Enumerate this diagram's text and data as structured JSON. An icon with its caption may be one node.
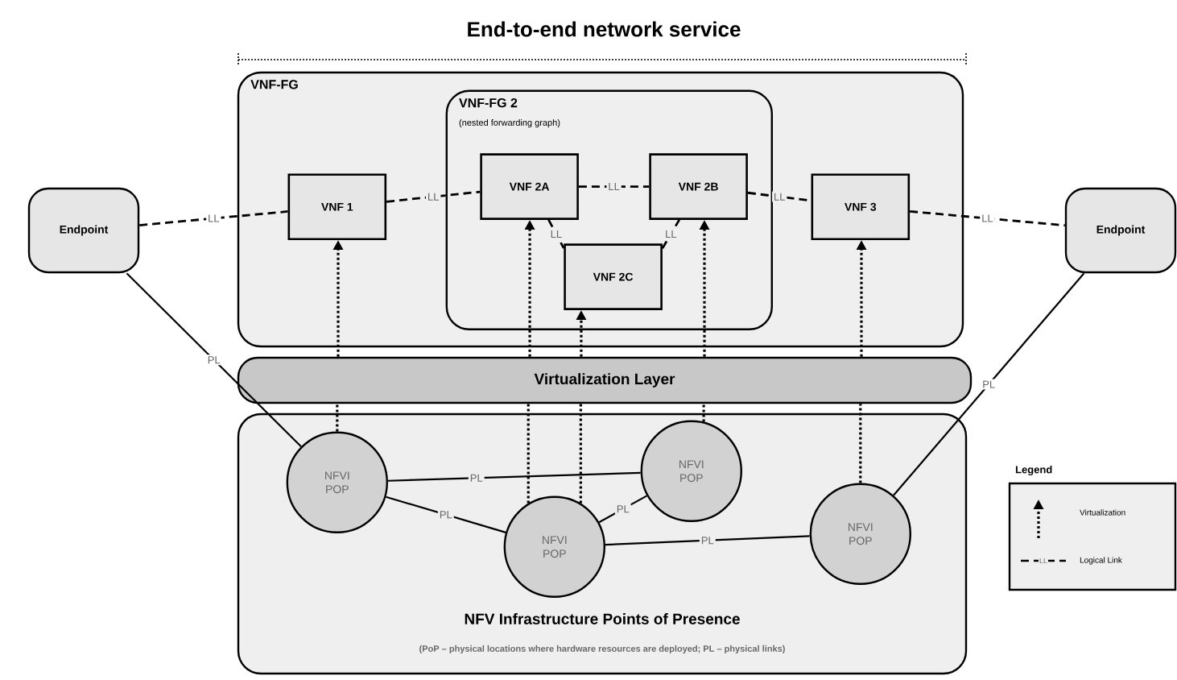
{
  "diagram": {
    "title": "End-to-end network service",
    "nodes": [
      {
        "text": [
          "VNF-FG"
        ]
      },
      {
        "text": [
          "VNF-FG 2",
          "(nested forwarding graph)"
        ],
        "in": 0
      },
      {
        "text": [
          "VNF 1"
        ],
        "in": 0
      },
      {
        "text": [
          "VNF 2A"
        ],
        "in": 1
      },
      {
        "text": [
          "VNF 2B"
        ],
        "in": 1
      },
      {
        "text": [
          "VNF 2C"
        ],
        "in": 1
      },
      {
        "text": [
          "VNF 3"
        ],
        "in": 0
      },
      {
        "text": [
          "Endpoint"
        ]
      },
      {
        "text": [
          "Endpoint"
        ]
      },
      {
        "text": [
          "Virtualization Layer"
        ]
      },
      {
        "text": [
          "NFV Infrastructure Points of Presence",
          "(PoP – physical locations where hardware resources are deployed; PL – physical links)"
        ]
      },
      {
        "text": [
          "NFVI POP"
        ],
        "in": 10
      },
      {
        "text": [
          "NFVI POP"
        ],
        "in": 10
      },
      {
        "text": [
          "NFVI POP"
        ],
        "in": 10
      },
      {
        "text": [
          "NFVI POP"
        ],
        "in": 10
      }
    ],
    "edges": [
      {
        "from": 7,
        "to": 2,
        "arrow": "none",
        "label": "LL",
        "style": "dashed"
      },
      {
        "from": 2,
        "to": 3,
        "arrow": "none",
        "label": "LL",
        "style": "dashed"
      },
      {
        "from": 3,
        "to": 4,
        "arrow": "none",
        "label": "LL",
        "style": "dashed"
      },
      {
        "from": 3,
        "to": 5,
        "arrow": "none",
        "label": "LL",
        "style": "dashed"
      },
      {
        "from": 5,
        "to": 4,
        "arrow": "none",
        "label": "LL",
        "style": "dashed"
      },
      {
        "from": 4,
        "to": 6,
        "arrow": "none",
        "label": "LL",
        "style": "dashed"
      },
      {
        "from": 6,
        "to": 8,
        "arrow": "none",
        "label": "LL",
        "style": "dashed"
      },
      {
        "from": 11,
        "to": 9,
        "arrow": "none",
        "style": "dashed"
      },
      {
        "from": 9,
        "to": 2,
        "arrow": "to",
        "style": "dashed"
      },
      {
        "from": 12,
        "to": 9,
        "arrow": "none",
        "style": "dashed"
      },
      {
        "from": 9,
        "to": 3,
        "arrow": "to",
        "style": "dashed"
      },
      {
        "from": 12,
        "to": 9,
        "arrow": "none",
        "style": "dashed"
      },
      {
        "from": 9,
        "to": 5,
        "arrow": "to",
        "style": "dashed"
      },
      {
        "from": 13,
        "to": 9,
        "arrow": "none",
        "style": "dashed"
      },
      {
        "from": 9,
        "to": 4,
        "arrow": "to",
        "style": "dashed"
      },
      {
        "from": 14,
        "to": 9,
        "arrow": "none",
        "style": "dashed"
      },
      {
        "from": 9,
        "to": 6,
        "arrow": "to",
        "style": "dashed"
      },
      {
        "from": 7,
        "to": 11,
        "arrow": "none",
        "label": "PL"
      },
      {
        "from": 11,
        "to": 13,
        "arrow": "none",
        "label": "PL"
      },
      {
        "from": 11,
        "to": 12,
        "arrow": "none",
        "label": "PL"
      },
      {
        "from": 12,
        "to": 13,
        "arrow": "none",
        "label": "PL"
      },
      {
        "from": 12,
        "to": 14,
        "arrow": "none",
        "label": "PL"
      },
      {
        "from": 8,
        "to": 14,
        "arrow": "none",
        "label": "PL"
      }
    ],
    "labels": [
      "Legend",
      "LL"
    ],
    "legend": [
      {
        "text": "Virtualization"
      },
      {
        "text": "Logical Link"
      }
    ]
  }
}
